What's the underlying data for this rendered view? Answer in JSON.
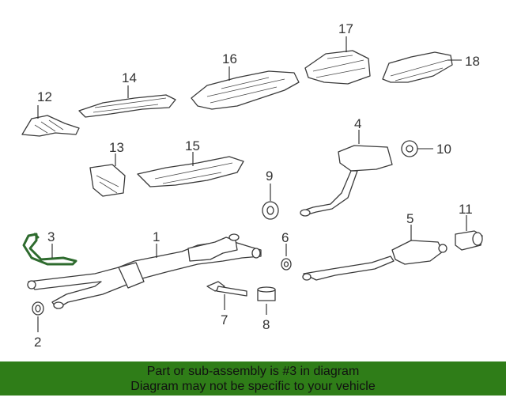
{
  "banner": {
    "line1": "Part or sub-assembly is #3 in diagram",
    "line2": "Diagram may not be specific to your vehicle",
    "background_color": "#2f7d18"
  },
  "highlight_color": "#2e6b2e",
  "callouts": {
    "c1": "1",
    "c2": "2",
    "c3": "3",
    "c4": "4",
    "c5": "5",
    "c6": "6",
    "c7": "7",
    "c8": "8",
    "c9": "9",
    "c10": "10",
    "c11": "11",
    "c12": "12",
    "c13": "13",
    "c14": "14",
    "c15": "15",
    "c16": "16",
    "c17": "17",
    "c18": "18"
  },
  "highlighted_part": "3"
}
